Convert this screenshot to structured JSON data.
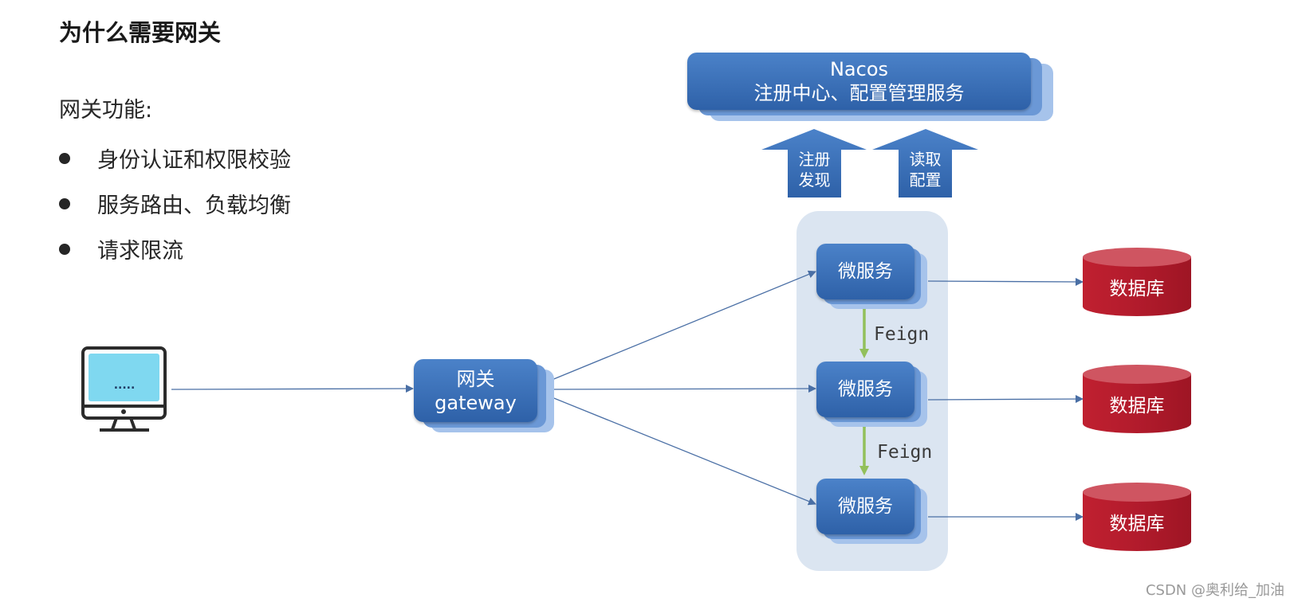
{
  "header": {
    "title": "为什么需要网关"
  },
  "features": {
    "heading": "网关功能:",
    "items": [
      {
        "label": "身份认证和权限校验"
      },
      {
        "label": "服务路由、负载均衡"
      },
      {
        "label": "请求限流"
      }
    ]
  },
  "diagram": {
    "nacos": {
      "name": "Nacos",
      "desc": "注册中心、配置管理服务"
    },
    "up_arrows": [
      {
        "line1": "注册",
        "line2": "发现"
      },
      {
        "line1": "读取",
        "line2": "配置"
      }
    ],
    "gateway": {
      "line1": "网关",
      "line2": "gateway"
    },
    "client": {
      "screen_text": "....."
    },
    "microservices": [
      {
        "label": "微服务"
      },
      {
        "label": "微服务"
      },
      {
        "label": "微服务"
      }
    ],
    "feign_labels": [
      "Feign",
      "Feign"
    ],
    "databases": [
      {
        "label": "数据库"
      },
      {
        "label": "数据库"
      },
      {
        "label": "数据库"
      }
    ]
  },
  "colors": {
    "box_blue": "#2e61a8",
    "box_blue_light": "#4b82c9",
    "db_red": "#b21b2c",
    "group_bg": "#dbe5f1",
    "feign_green": "#92c05b",
    "connector": "#4a6fa5"
  },
  "watermark": "CSDN @奥利给_加油"
}
